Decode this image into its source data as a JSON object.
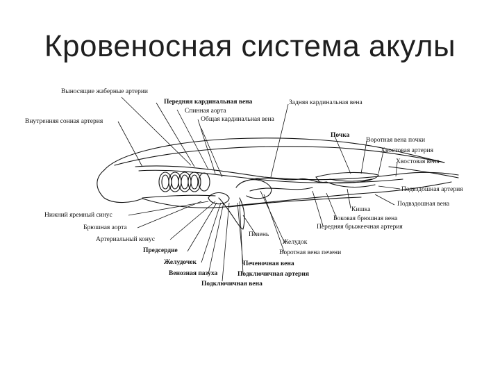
{
  "title": "Кровеносная система акулы",
  "labels": {
    "efferent_gill_arteries": "Выносящие жаберные артерии",
    "anterior_cardinal_vein": "Передняя кардинальная вена",
    "posterior_cardinal_vein": "Задняя кардинальная вена",
    "dorsal_aorta": "Спинная аорта",
    "common_cardinal_vein": "Общая кардинальная вена",
    "internal_carotid_artery": "Внутренняя сонная артерия",
    "kidney": "Почка",
    "renal_portal_vein": "Воротная вена почки",
    "caudal_artery": "Хвостовая артерия",
    "caudal_vein": "Хвостовая вена",
    "iliac_artery": "Подвздошная артерия",
    "iliac_vein": "Подвздошная вена",
    "intestine": "Кишка",
    "lateral_abdominal_vein": "Боковая брюшная вена",
    "anterior_mesenteric_artery": "Передняя брыжеечная артерия",
    "inferior_jugular_sinus": "Нижний яремный синус",
    "ventral_aorta": "Брюшная аорта",
    "arterial_cone": "Артериальный конус",
    "atrium": "Предсердие",
    "ventricle": "Желудочек",
    "venous_sinus": "Венозная пазуха",
    "subclavian_vein": "Подключичная вена",
    "subclavian_artery": "Подключичная артерия",
    "hepatic_vein": "Печеночная вена",
    "hepatic_portal_vein": "Воротная вена печени",
    "stomach": "Желудок",
    "liver": "Печень"
  },
  "colors": {
    "ink": "#111111",
    "title": "#1f1f1f",
    "background": "#ffffff"
  }
}
